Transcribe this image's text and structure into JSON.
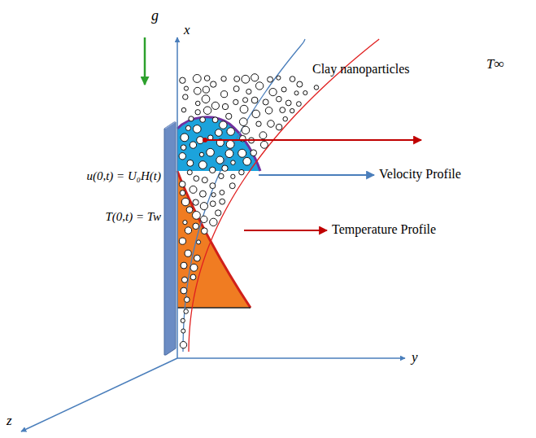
{
  "diagram": {
    "labels": [
      "g",
      "x",
      "y",
      "z",
      "u(0,t) = U₀H(t)",
      "T(0,t) = Tw",
      "T∞",
      "Clay nanoparticles",
      "Velocity Profile",
      "Temperature Profile"
    ]
  }
}
